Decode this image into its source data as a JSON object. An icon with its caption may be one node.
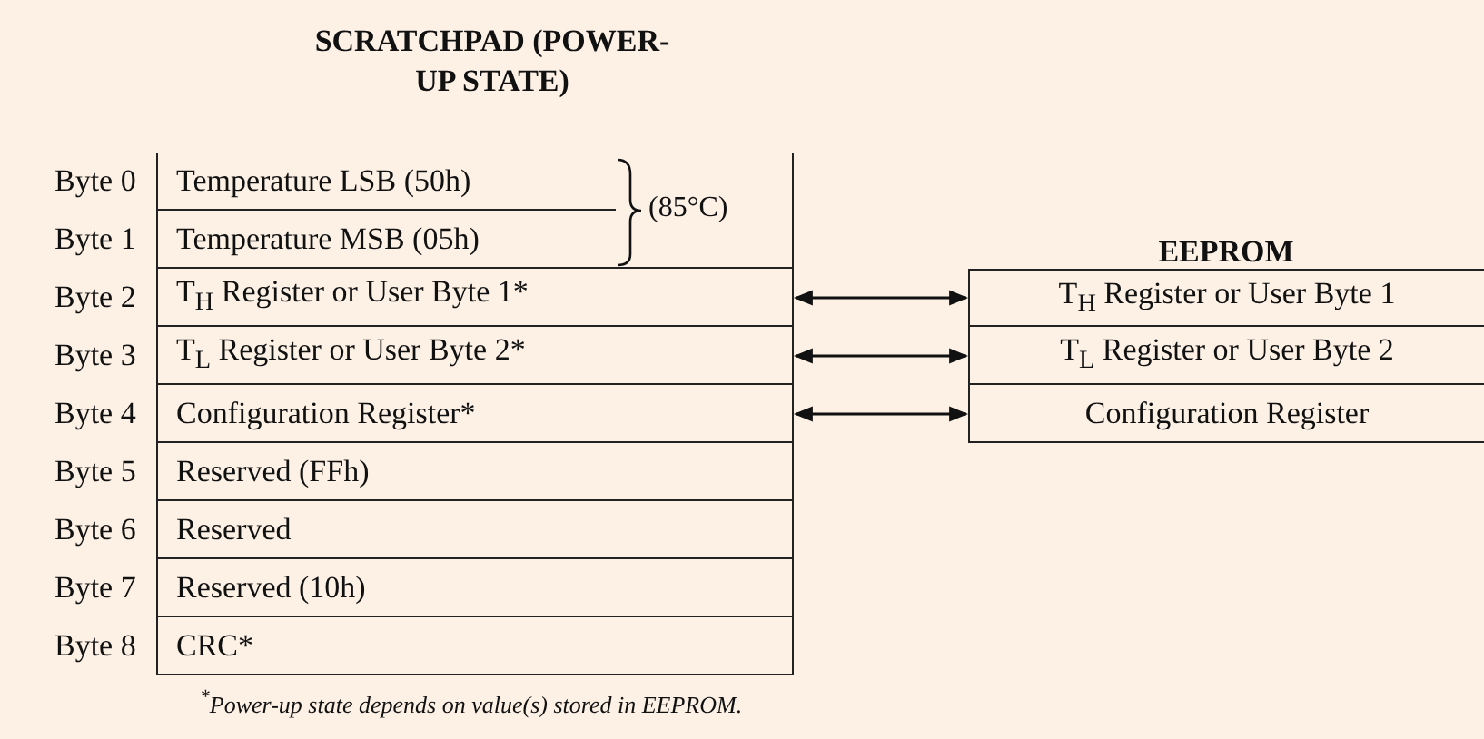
{
  "diagram": {
    "nodes": [
      {
        "text": [
          "SCRATCHPAD (POWER-UP STATE)"
        ]
      },
      {
        "text": [
          "Temperature LSB (50h)"
        ],
        "in": 0,
        "beside": [
          "Byte 0"
        ]
      },
      {
        "text": [
          "Temperature MSB (05h)"
        ],
        "in": 0,
        "beside": [
          "Byte 1"
        ]
      },
      {
        "text": [
          "T$_{H}$ Register or User Byte 1*"
        ],
        "in": 0,
        "beside": [
          "Byte 2"
        ]
      },
      {
        "text": [
          "T$_{L}$ Register or User Byte 2*"
        ],
        "in": 0,
        "beside": [
          "Byte 3"
        ]
      },
      {
        "text": [
          "Configuration Register*"
        ],
        "in": 0,
        "beside": [
          "Byte 4"
        ]
      },
      {
        "text": [
          "Reserved (FFh)"
        ],
        "in": 0,
        "beside": [
          "Byte 5"
        ]
      },
      {
        "text": [
          "Reserved"
        ],
        "in": 0,
        "beside": [
          "Byte 6"
        ]
      },
      {
        "text": [
          "Reserved (10h)"
        ],
        "in": 0,
        "beside": [
          "Byte 7"
        ]
      },
      {
        "text": [
          "CRC*"
        ],
        "in": 0,
        "beside": [
          "Byte 8"
        ]
      },
      {
        "text": [
          "EEPROM"
        ]
      },
      {
        "text": [
          "T$_{H}$ Register or User Byte 1"
        ],
        "in": 10
      },
      {
        "text": [
          "T$_{L}$ Register or User Byte 2"
        ],
        "in": 10
      },
      {
        "text": [
          "Configuration Register"
        ],
        "in": 10
      }
    ],
    "edges": [
      {
        "from": 3,
        "to": 11,
        "arrow": "both"
      },
      {
        "from": 4,
        "to": 12,
        "arrow": "both"
      },
      {
        "from": 5,
        "to": 13,
        "arrow": "both"
      }
    ],
    "labels": [
      "(85°C)",
      "$^{*}$Power-up state depends on value(s) stored in EEPROM."
    ]
  }
}
